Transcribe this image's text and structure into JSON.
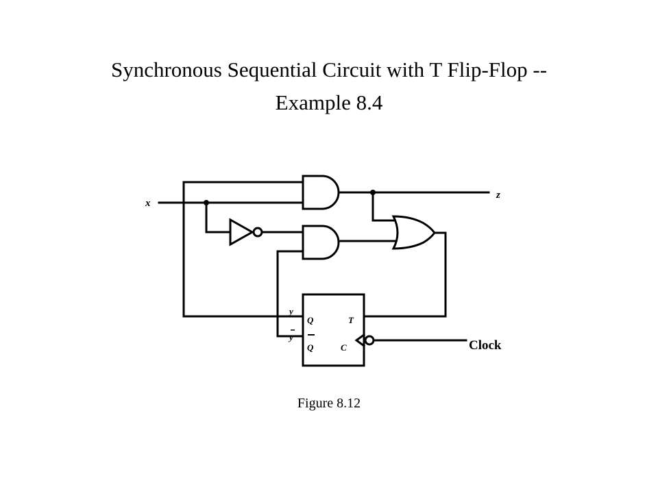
{
  "title": {
    "line1": "Synchronous Sequential Circuit with T Flip-Flop --",
    "line2": "Example 8.4"
  },
  "caption": "Figure 8.12",
  "diagram": {
    "input_label": "x",
    "output_label": "z",
    "clock_label": "Clock",
    "flipflop": {
      "q_label": "Q",
      "qbar_label": "Q",
      "t_label": "T",
      "c_label": "C",
      "y_label": "y",
      "ybar_label": "y"
    }
  }
}
